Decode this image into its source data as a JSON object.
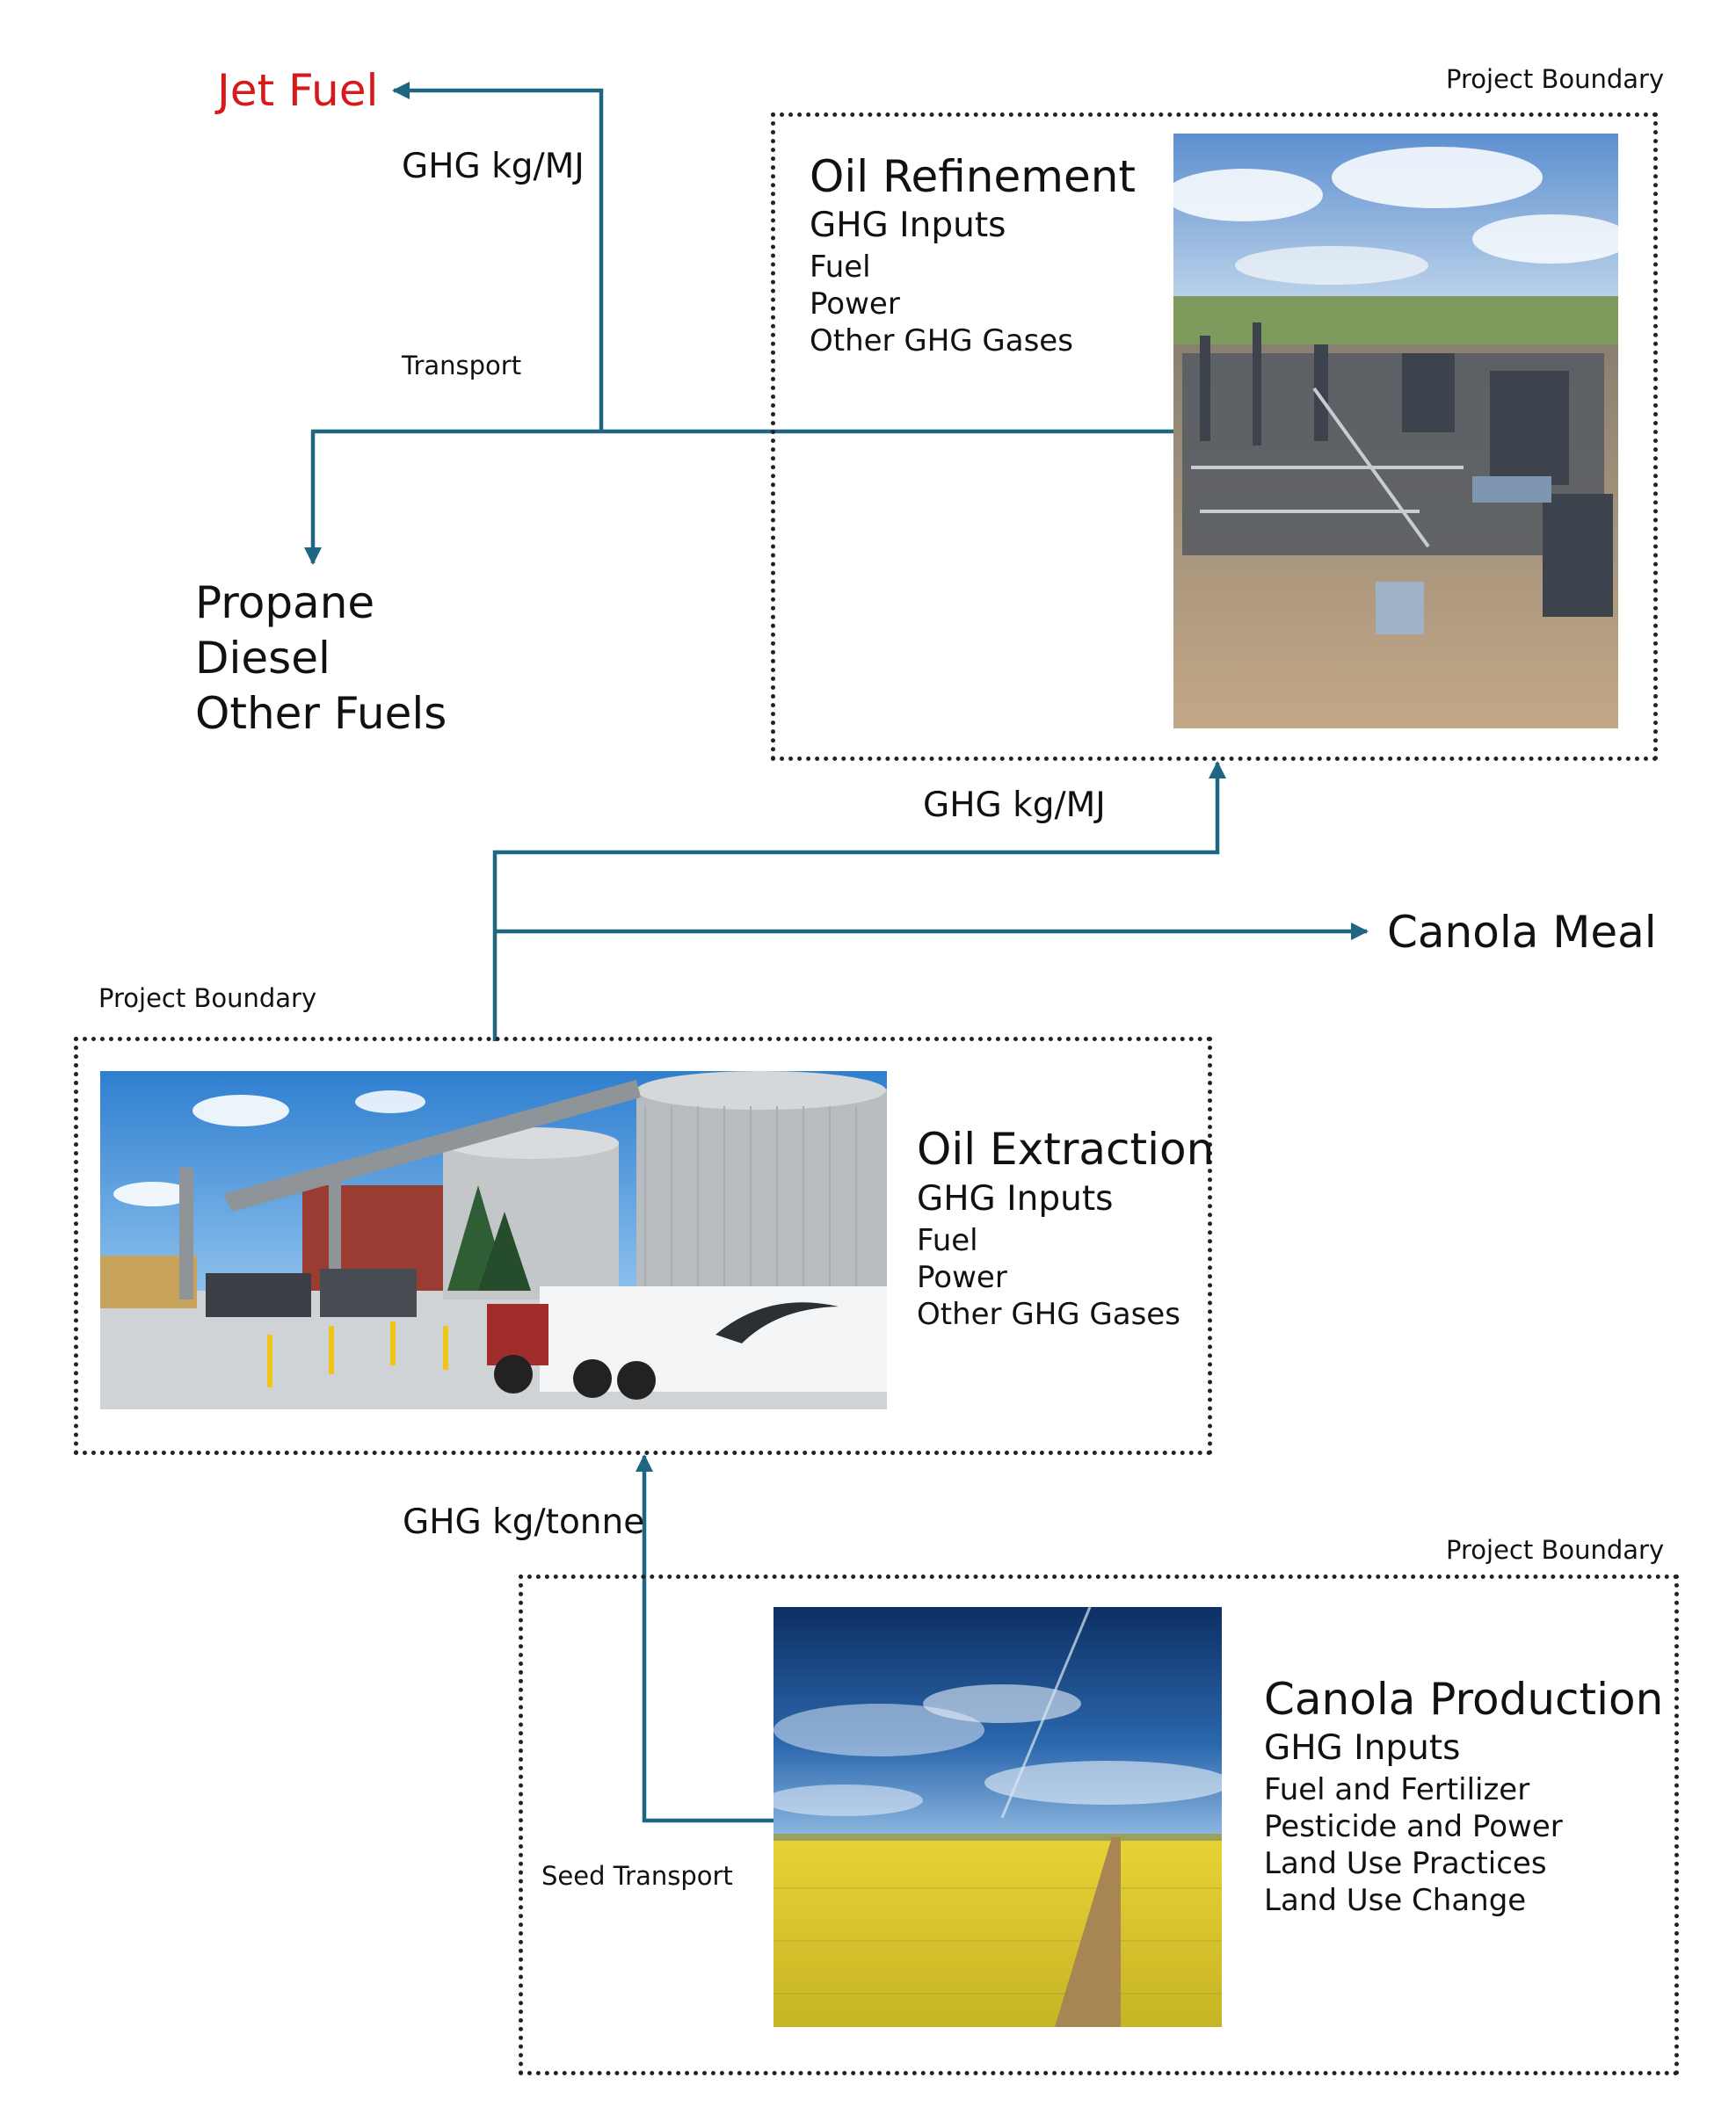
{
  "colors": {
    "arrow": "#1f6683",
    "jet_fuel": "#d7191c",
    "boundary": "#222222",
    "text": "#111111"
  },
  "outputs": {
    "jet_fuel": "Jet Fuel",
    "coproducts": [
      "Propane",
      "Diesel",
      "Other Fuels"
    ],
    "canola_meal": "Canola Meal"
  },
  "flows": {
    "refinery_to_jet": "GHG kg/MJ",
    "refinery_transport": "Transport",
    "extraction_to_refinery": "GHG kg/MJ",
    "production_to_extraction": "GHG kg/tonne",
    "seed_transport": "Seed Transport"
  },
  "stages": {
    "refinement": {
      "boundary_label": "Project Boundary",
      "title": "Oil Refinement",
      "subtitle": "GHG Inputs",
      "items": [
        "Fuel",
        "Power",
        "Other GHG Gases"
      ]
    },
    "extraction": {
      "boundary_label": "Project Boundary",
      "title": "Oil Extraction",
      "subtitle": "GHG Inputs",
      "items": [
        "Fuel",
        "Power",
        "Other GHG Gases"
      ]
    },
    "production": {
      "boundary_label": "Project Boundary",
      "title": "Canola Production",
      "subtitle": "GHG Inputs",
      "items": [
        "Fuel and Fertilizer",
        "Pesticide and Power",
        "Land Use Practices",
        "Land Use Change"
      ]
    }
  }
}
